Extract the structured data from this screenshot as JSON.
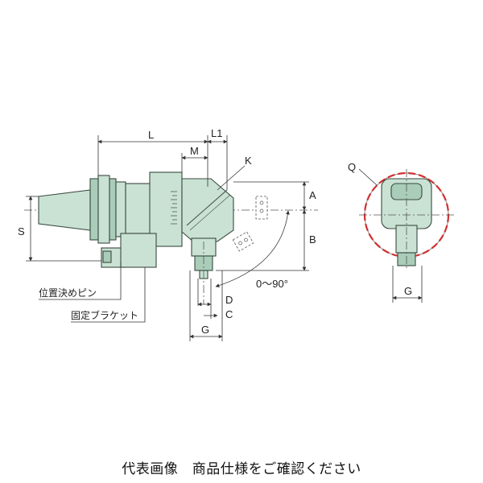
{
  "diagram": {
    "dimensions": {
      "L": "L",
      "L1": "L1",
      "M": "M",
      "K": "K",
      "A": "A",
      "B": "B",
      "S": "S",
      "D": "D",
      "C": "C",
      "G_side": "G",
      "G_front": "G",
      "Q": "Q"
    },
    "angle_label": "0～90°",
    "part_labels": {
      "positioning_pin": "位置決めピン",
      "fixing_bracket": "固定ブラケット"
    },
    "colors": {
      "body": "#c9e2d4",
      "outline": "#3a4a40",
      "highlight": "#d03030"
    }
  },
  "caption": "代表画像　商品仕様をご確認ください"
}
